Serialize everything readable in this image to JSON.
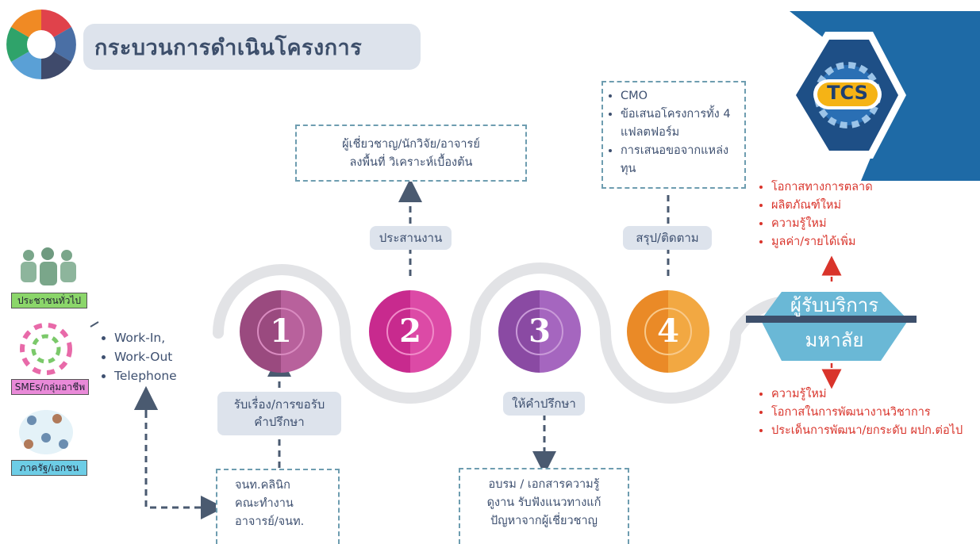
{
  "title": "กระบวนการดำเนินโครงการ",
  "logo_text": "TCS",
  "customers": [
    {
      "label": "ประชาชนทั่วไป",
      "color": "#8bd66a"
    },
    {
      "label": "SMEs/กลุ่มอาชีพ",
      "color": "#e98ad8"
    },
    {
      "label": "ภาครัฐ/เอกชน",
      "color": "#6dcde6"
    }
  ],
  "channels": [
    "Work-In,",
    "Work-Out",
    "Telephone"
  ],
  "steps": [
    {
      "number": "1",
      "color": "#9a4a7f",
      "ring": "#c96ba5"
    },
    {
      "number": "2",
      "color": "#c82a8e",
      "ring": "#e55ab3"
    },
    {
      "number": "3",
      "color": "#8a4aa3",
      "ring": "#b87acb"
    },
    {
      "number": "4",
      "color": "#ea8a27",
      "ring": "#f5b04f"
    }
  ],
  "step_labels": {
    "step1": [
      "รับเรื่อง/การขอรับ",
      "คำปรึกษา"
    ],
    "step2": "ประสานงาน",
    "step3": "ให้คำปรึกษา",
    "step4": "สรุป/ติดตาม"
  },
  "boxes": {
    "clinic": [
      "จนท.คลินิก",
      "คณะทำงาน",
      "อาจารย์/จนท."
    ],
    "expert": [
      "ผู้เชี่ยวชาญ/นักวิจัย/อาจารย์",
      "ลงพื้นที่ วิเคราะห์เบื้องต้น"
    ],
    "training": [
      "อบรม / เอกสารความรู้",
      "ดูงาน รับฟังแนวทางแก้",
      "ปัญหาจากผู้เชี่ยวชาญ"
    ],
    "summary": [
      "CMO",
      "ข้อเสนอโครงการทั้ง 4 แฟลตฟอร์ม",
      "การเสนอขอจากแหล่งทุน"
    ]
  },
  "hex": {
    "top": "ผู้รับบริการ",
    "bottom": "มหาลัย"
  },
  "benefits_customer": [
    "โอกาสทางการตลาด",
    "ผลิตภัณฑ์ใหม่",
    "ความรู้ใหม่",
    "มูลค่า/รายได้เพิ่ม"
  ],
  "benefits_university": [
    "ความรู้ใหม่",
    "โอกาสในการพัฒนางานวิชาการ",
    "ประเด็นการพัฒนา/ยกระดับ ผปก.ต่อไป"
  ],
  "colors": {
    "accent": "#3d4f6b",
    "dash": "#4a5a70",
    "red": "#d9342b",
    "logo_blue": "#1e6aa6"
  }
}
